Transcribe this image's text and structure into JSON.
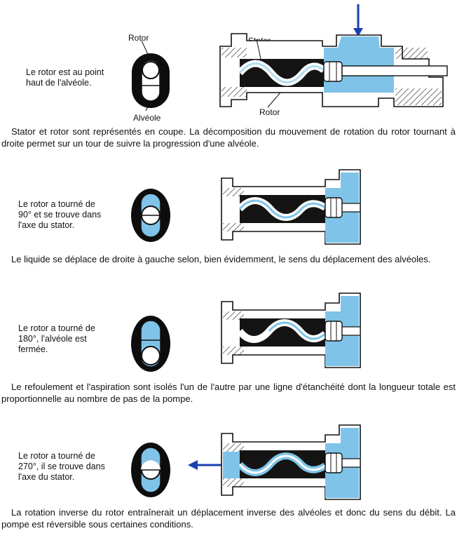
{
  "panel1": {
    "rotor_label": "Rotor",
    "alveole_label": "Alvéole",
    "side_text": [
      "Le rotor est au point",
      "haut de l'alvéole."
    ],
    "stator_label": "Stator",
    "rotor_label2": "Rotor",
    "caption": "Stator et rotor sont représentés en coupe. La décomposition du mouvement de rotation du rotor tournant à droite permet sur un tour de suivre la progression d'une alvéole."
  },
  "panel2": {
    "side_text": [
      "Le rotor a tourné de",
      "90° et se trouve dans",
      "l'axe du stator."
    ],
    "caption": "Le liquide se déplace de droite à gauche selon, bien évidemment, le sens du déplacement des alvéoles."
  },
  "panel3": {
    "side_text": [
      "Le rotor a tourné de",
      "180°, l'alvéole est",
      "fermée."
    ],
    "caption": "Le refoulement et l'aspiration sont isolés l'un de l'autre par une ligne d'étanchéité dont la longueur totale est proportionnelle au nombre de pas de la pompe."
  },
  "panel4": {
    "side_text": [
      "Le rotor a tourné de",
      "270°, il se trouve dans",
      "l'axe du stator."
    ],
    "caption": "La rotation inverse du rotor entraînerait un déplacement inverse des alvéoles et donc du sens du débit. La pompe est réversible sous certaines conditions."
  },
  "colors": {
    "fluid": "#7fc4e8",
    "arrow": "#1a3fb0",
    "stroke": "#111111"
  }
}
